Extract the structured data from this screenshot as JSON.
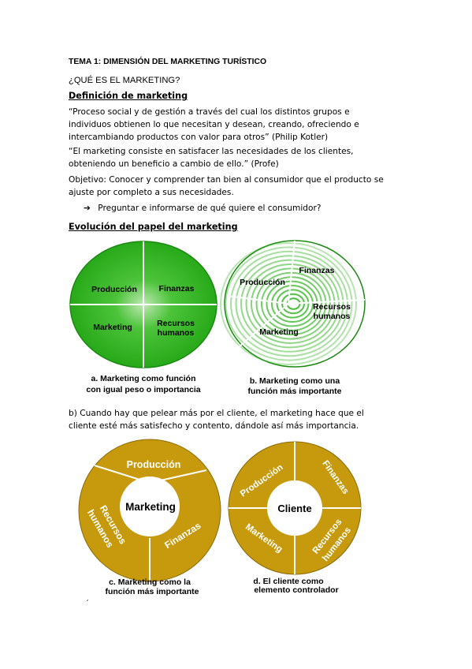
{
  "doc": {
    "title": "TEMA 1: DIMENSIÓN DEL MARKETING TURÍSTICO",
    "question": "¿QUÉ ES EL MARKETING?",
    "heading_definition": "Definición de marketing",
    "def1_lines": [
      "“Proceso social y de gestión a través del cual los distintos grupos e",
      "individuos obtienen lo que necesitan y desean, creando, ofreciendo e",
      "intercambiando productos con valor para otros” (Philip Kotler)"
    ],
    "def2_lines": [
      "“El marketing consiste en satisfacer las necesidades de los clientes,",
      "obteniendo un beneficio a cambio de ello.” (Profe)"
    ],
    "objective_lines": [
      "Objetivo: Conocer y comprender tan bien al consumidor que el producto se",
      "ajuste por completo a sus necesidades."
    ],
    "bullet_arrow": "➔",
    "bullet_text": "Preguntar e informarse de qué quiere el consumidor?",
    "heading_evolution": "Evolución del papel del marketing",
    "para_b_lines": [
      "b) Cuando hay que pelear más por el cliente, el marketing hace que el",
      "cliente esté más satisfecho y contento, dándole así más importancia."
    ],
    "footer_mark": "´"
  },
  "diagram_a": {
    "labels": {
      "produccion": "Producción",
      "finanzas": "Finanzas",
      "marketing": "Marketing",
      "recursos_1": "Recursos",
      "recursos_2": "humanos"
    },
    "caption_1": "a. Marketing como función",
    "caption_2": "con igual peso o importancia",
    "color": "#2fb51e"
  },
  "diagram_b": {
    "labels": {
      "produccion": "Producción",
      "finanzas": "Finanzas",
      "recursos_1": "Recursos",
      "recursos_2": "humanos",
      "marketing": "Marketing"
    },
    "caption_1": "b. Marketing como una",
    "caption_2": "función más importante",
    "color": "#2fb51e"
  },
  "diagram_c": {
    "center": "Marketing",
    "labels": {
      "produccion": "Producción",
      "recursos": "Recursos",
      "humanos": "humanos",
      "finanzas": "Finanzas"
    },
    "caption_1": "c. Marketing como la",
    "caption_2": "función más importante",
    "color": "#c69a0c"
  },
  "diagram_d": {
    "center": "Cliente",
    "labels": {
      "produccion": "Producción",
      "finanzas": "Finanzas",
      "marketing": "Marketing",
      "recursos": "Recursos",
      "humanos": "humanos"
    },
    "caption_1": "d. El cliente como",
    "caption_2": "elemento controlador",
    "color": "#c69a0c"
  }
}
